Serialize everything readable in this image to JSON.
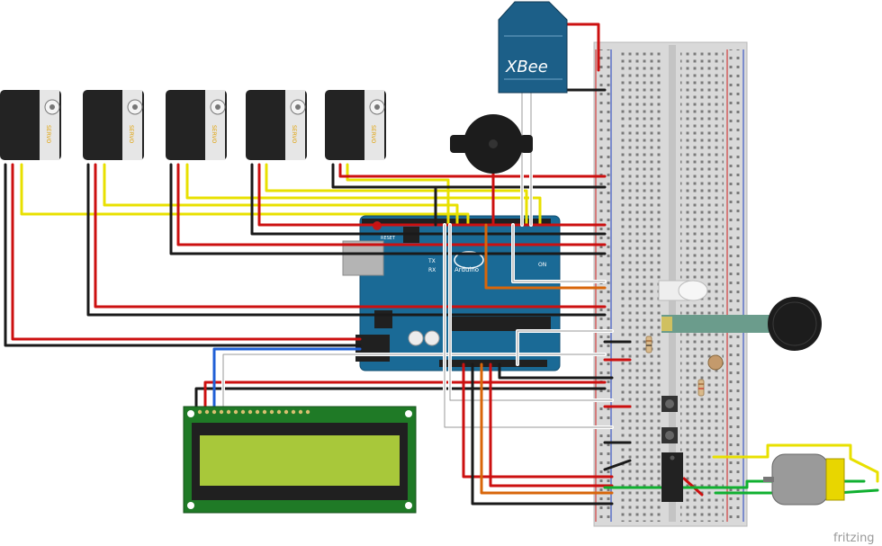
{
  "servos": [
    {
      "label": "SERVO"
    },
    {
      "label": "SERVO"
    },
    {
      "label": "SERVO"
    },
    {
      "label": "SERVO"
    },
    {
      "label": "SERVO"
    }
  ],
  "xbee": {
    "label": "XBee"
  },
  "arduino": {
    "logo": "Arduino",
    "reset": "RESET",
    "tx": "TX",
    "rx": "RX",
    "on": "ON"
  },
  "watermark": "fritzing",
  "colors": {
    "red": "#cc1010",
    "black": "#1a1a1a",
    "yellow": "#e8e000",
    "white": "#ffffff",
    "blue": "#1f5fd6",
    "orange": "#d8660a",
    "green": "#10b030",
    "arduino_blue": "#1a6a96",
    "lcd_pcb": "#1f7a26",
    "lcd_screen": "#a8c83a",
    "xbee_blue": "#1c5f88"
  }
}
